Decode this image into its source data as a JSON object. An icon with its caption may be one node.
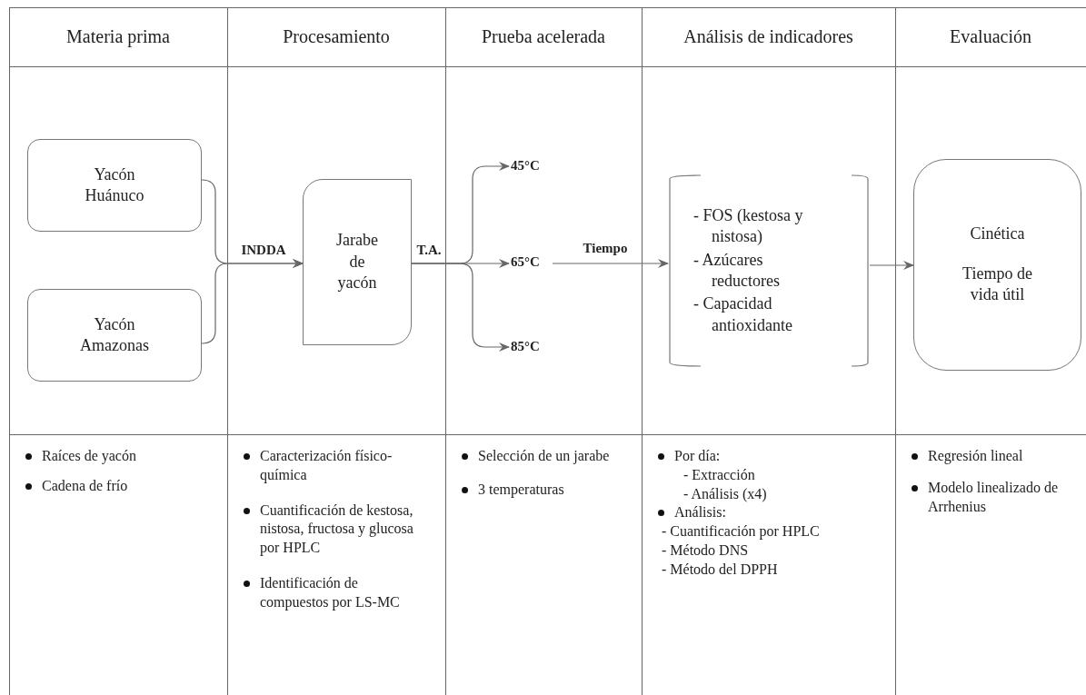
{
  "diagram": {
    "nodes": [
      {
        "text": [
          "Yacón Huánuco"
        ]
      },
      {
        "text": [
          "Yacón Amazonas"
        ]
      },
      {
        "text": [
          "Jarabe de yacón"
        ]
      },
      {
        "text": [
          "45°C"
        ]
      },
      {
        "text": [
          "65°C"
        ]
      },
      {
        "text": [
          "85°C"
        ]
      },
      {
        "text": [
          "- FOS (kestosa y nistosa)",
          "- Azúcares reductores",
          "- Capacidad antioxidante"
        ]
      },
      {
        "text": [
          "Cinética",
          "Tiempo de vida útil"
        ]
      }
    ],
    "edges": [
      {
        "from": 0,
        "to": 2,
        "arrow": "to",
        "label": "INDDA"
      },
      {
        "from": 1,
        "to": 2,
        "arrow": "to"
      },
      {
        "from": 2,
        "to": 3,
        "arrow": "to"
      },
      {
        "from": 2,
        "to": 4,
        "arrow": "to",
        "label": "T.A."
      },
      {
        "from": 2,
        "to": 5,
        "arrow": "to"
      },
      {
        "from": 4,
        "to": 6,
        "arrow": "to",
        "label": "Tiempo"
      },
      {
        "from": 6,
        "to": 7,
        "arrow": "to"
      }
    ],
    "labels": [
      "Materia prima",
      "Procesamiento",
      "Prueba acelerada",
      "Análisis de indicadores",
      "Evaluación",
      "Raíces de yacón",
      "Cadena de frío",
      "Caracterización físico-química",
      "Cuantificación de kestosa, nistosa, fructosa y glucosa por HPLC",
      "Identificación de compuestos por LS-MC",
      "Selección de un jarabe",
      "3 temperaturas",
      "Por día:",
      "- Extracción",
      "- Análisis (x4)",
      "Análisis:",
      "- Cuantificación por HPLC",
      "- Método DNS",
      "- Método del DPPH",
      "Regresión lineal",
      "Modelo linealizado de Arrhenius"
    ]
  }
}
